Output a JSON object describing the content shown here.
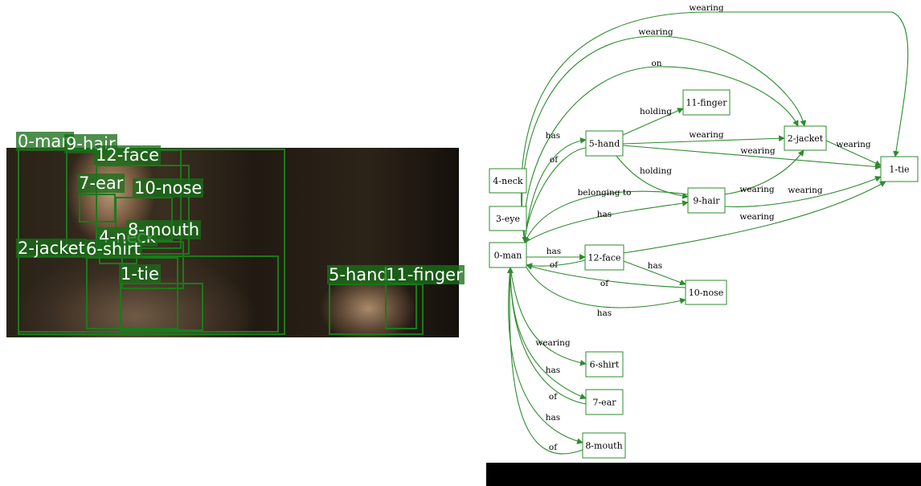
{
  "photo_labels": [
    "0-man",
    "9-hair",
    "12-face",
    "7-ear",
    "10-nose",
    "4-neck",
    "8-mouth",
    "2-jacket",
    "6-shirt",
    "1-tie",
    "5-hand",
    "11-finger"
  ],
  "graph": {
    "nodes": [
      "0-man",
      "1-tie",
      "2-jacket",
      "4-neck",
      "3-eye",
      "5-hand",
      "6-shirt",
      "7-ear",
      "8-mouth",
      "9-hair",
      "10-nose",
      "11-finger",
      "12-face"
    ],
    "edges": [
      {
        "from": "0-man",
        "to": "1-tie",
        "label": "wearing"
      },
      {
        "from": "0-man",
        "to": "2-jacket",
        "label": "wearing"
      },
      {
        "from": "0-man",
        "to": "2-jacket",
        "label": "on"
      },
      {
        "from": "5-hand",
        "to": "11-finger",
        "label": "holding"
      },
      {
        "from": "0-man",
        "to": "5-hand",
        "label": "has"
      },
      {
        "from": "5-hand",
        "to": "2-jacket",
        "label": "wearing"
      },
      {
        "from": "2-jacket",
        "to": "1-tie",
        "label": "wearing"
      },
      {
        "from": "5-hand",
        "to": "1-tie",
        "label": "wearing"
      },
      {
        "from": "5-hand",
        "to": "0-man",
        "label": "of"
      },
      {
        "from": "5-hand",
        "to": "9-hair",
        "label": "holding"
      },
      {
        "from": "9-hair",
        "to": "0-man",
        "label": "belonging to"
      },
      {
        "from": "9-hair",
        "to": "2-jacket",
        "label": "wearing"
      },
      {
        "from": "9-hair",
        "to": "1-tie",
        "label": "wearing"
      },
      {
        "from": "0-man",
        "to": "9-hair",
        "label": "has"
      },
      {
        "from": "12-face",
        "to": "1-tie",
        "label": "wearing"
      },
      {
        "from": "0-man",
        "to": "12-face",
        "label": "has"
      },
      {
        "from": "12-face",
        "to": "0-man",
        "label": "of"
      },
      {
        "from": "12-face",
        "to": "10-nose",
        "label": "has"
      },
      {
        "from": "10-nose",
        "to": "0-man",
        "label": "of"
      },
      {
        "from": "0-man",
        "to": "10-nose",
        "label": "has"
      },
      {
        "from": "0-man",
        "to": "6-shirt",
        "label": "wearing"
      },
      {
        "from": "0-man",
        "to": "7-ear",
        "label": "has"
      },
      {
        "from": "7-ear",
        "to": "0-man",
        "label": "of"
      },
      {
        "from": "0-man",
        "to": "8-mouth",
        "label": "has"
      },
      {
        "from": "8-mouth",
        "to": "0-man",
        "label": "of"
      }
    ]
  }
}
